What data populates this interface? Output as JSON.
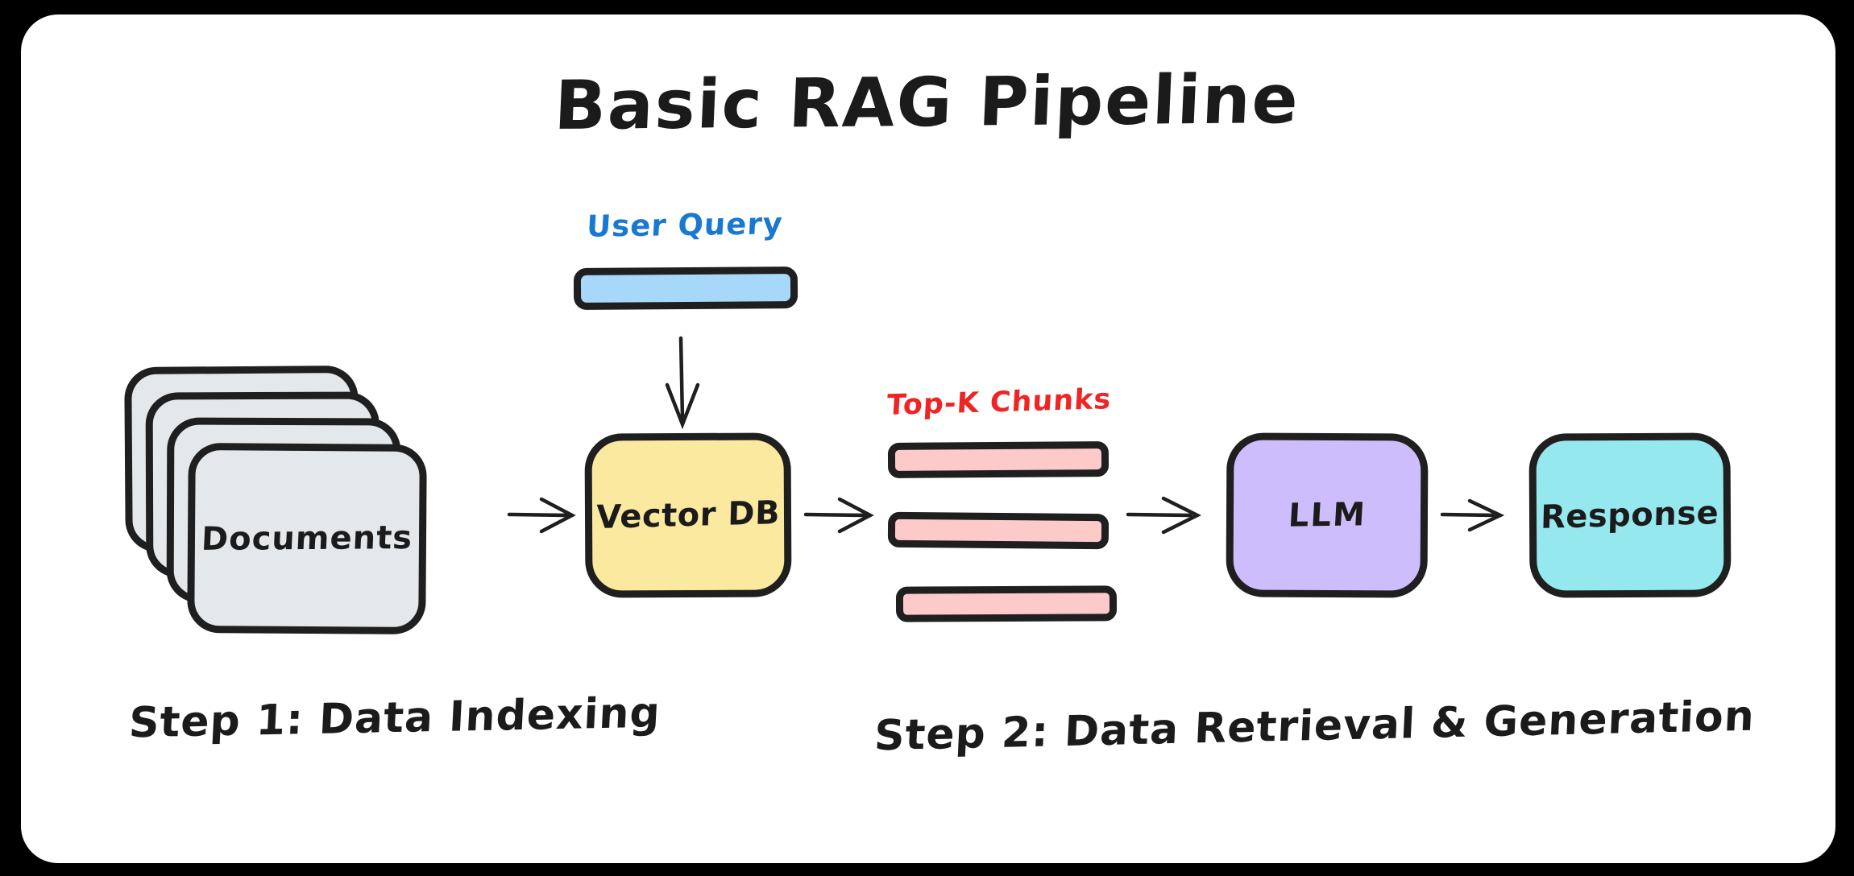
{
  "canvas": {
    "background_color": "#000000",
    "panel_color": "#ffffff"
  },
  "title": "Basic RAG Pipeline",
  "nodes": {
    "user_query": {
      "label": "User Query",
      "label_color": "#1878d2",
      "bar_color": "#a7d8fa"
    },
    "documents": {
      "label": "Documents",
      "fill_color": "#e4e8ea",
      "card_count": 4
    },
    "vector_db": {
      "label": "Vector DB",
      "fill_color": "#fbe99f"
    },
    "top_k_chunks": {
      "label": "Top-K Chunks",
      "label_color": "#ef2525",
      "chunk_color": "#fbcac9",
      "chunk_count": 3
    },
    "llm": {
      "label": "LLM",
      "fill_color": "#cdbdfc"
    },
    "response": {
      "label": "Response",
      "fill_color": "#95e8ee"
    }
  },
  "edges": [
    {
      "name": "documents-to-vector-db",
      "from": "documents",
      "to": "vector_db",
      "direction": "right"
    },
    {
      "name": "user-query-to-vector-db",
      "from": "user_query",
      "to": "vector_db",
      "direction": "down"
    },
    {
      "name": "vector-db-to-chunks",
      "from": "vector_db",
      "to": "top_k_chunks",
      "direction": "right"
    },
    {
      "name": "chunks-to-llm",
      "from": "top_k_chunks",
      "to": "llm",
      "direction": "right"
    },
    {
      "name": "llm-to-response",
      "from": "llm",
      "to": "response",
      "direction": "right"
    }
  ],
  "captions": {
    "step1": "Step 1: Data Indexing",
    "step2": "Step 2: Data Retrieval & Generation"
  },
  "stroke_color": "#1f1f1f"
}
